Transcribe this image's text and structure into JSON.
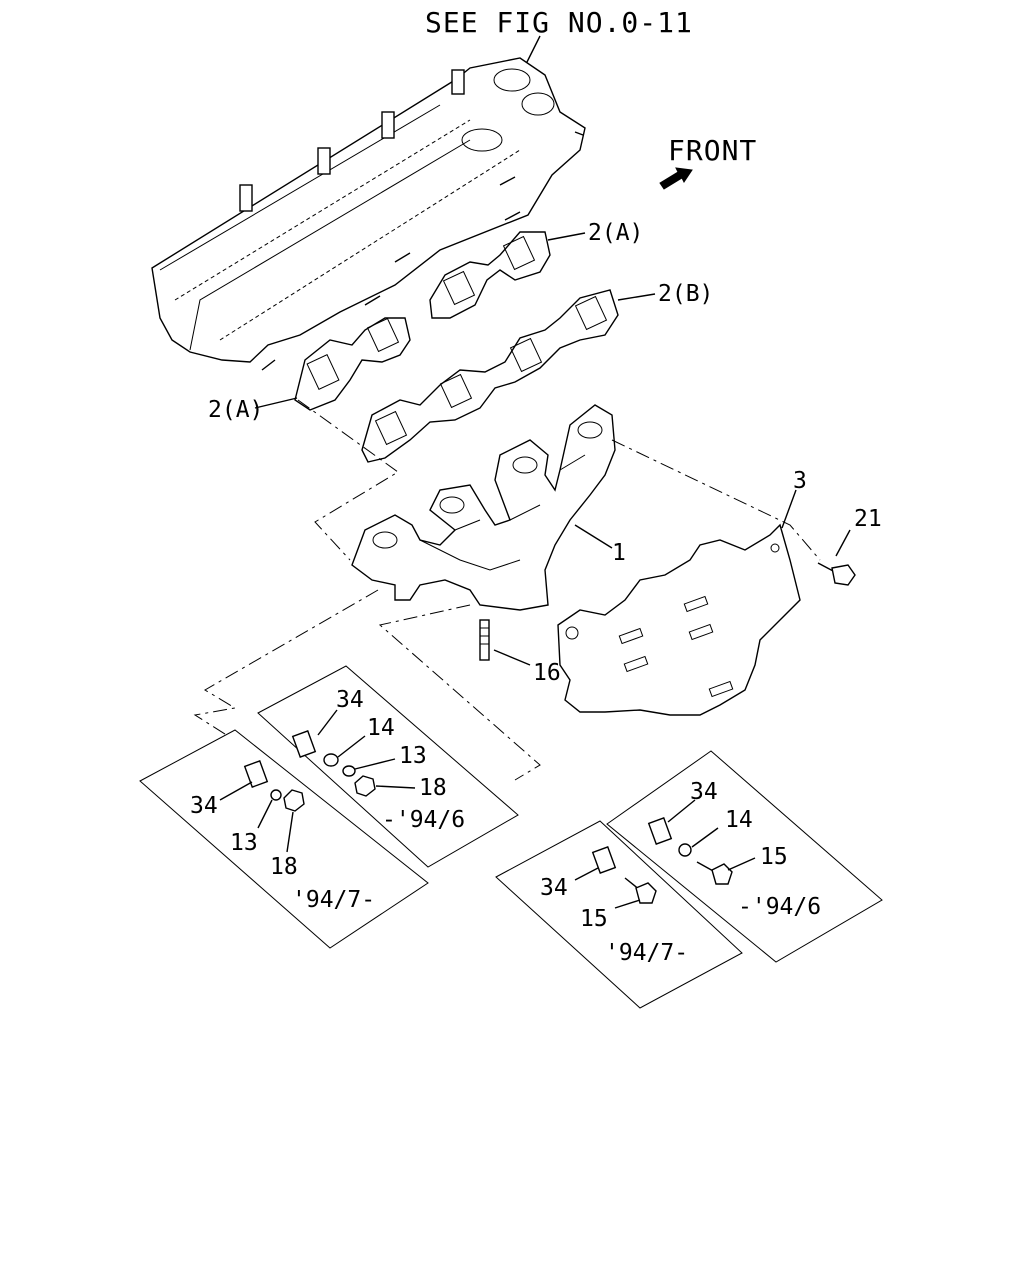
{
  "header": {
    "see_fig": "SEE FIG NO.0-11"
  },
  "direction": {
    "front": "FRONT"
  },
  "callouts": {
    "gasket_a_top": "2(A)",
    "gasket_b": "2(B)",
    "gasket_a_left": "2(A)",
    "manifold": "1",
    "heat_shield": "3",
    "shield_bolt": "21",
    "stud": "16"
  },
  "boxes": {
    "left_upper": {
      "sleeve": "34",
      "washer_a": "14",
      "washer_b": "13",
      "nut": "18",
      "range": "-'94/6"
    },
    "left_lower": {
      "sleeve": "34",
      "washer": "13",
      "nut": "18",
      "range": "'94/7-"
    },
    "right_upper": {
      "sleeve": "34",
      "washer": "14",
      "bolt": "15",
      "range": "-'94/6"
    },
    "right_lower": {
      "sleeve": "34",
      "bolt": "15",
      "range": "'94/7-"
    }
  },
  "icons": [
    "front-arrow-icon"
  ]
}
